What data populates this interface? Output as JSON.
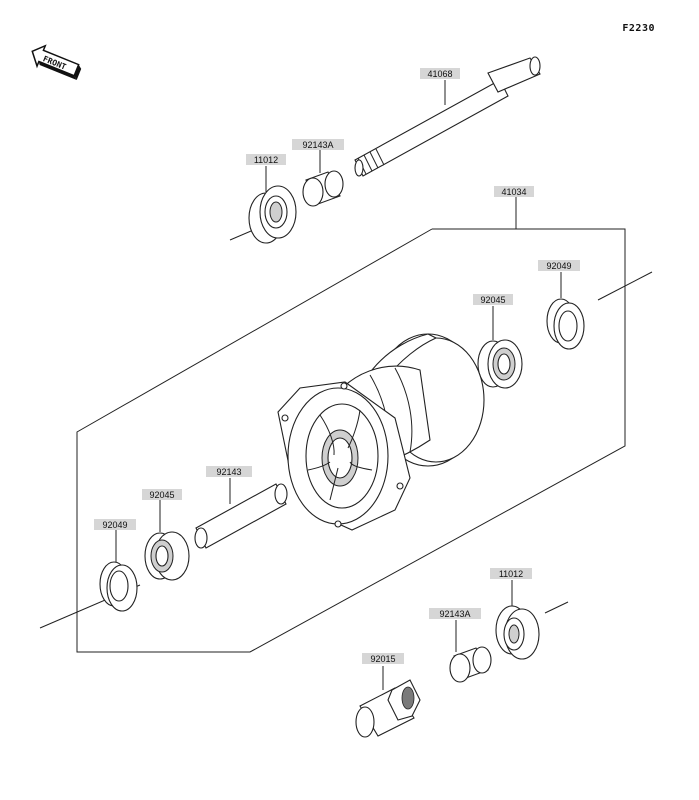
{
  "figure_code": "F2230",
  "front_badge": "FRONT",
  "callouts": {
    "shaft": "41068",
    "collar_top": "92143A",
    "seal_top": "11012",
    "hub": "41034",
    "seal_right": "92049",
    "bearing_right": "92045",
    "spacer": "92143",
    "bearing_left": "92045",
    "seal_left": "92049",
    "seal_bottom": "11012",
    "collar_bottom": "92143A",
    "nut": "92015"
  }
}
